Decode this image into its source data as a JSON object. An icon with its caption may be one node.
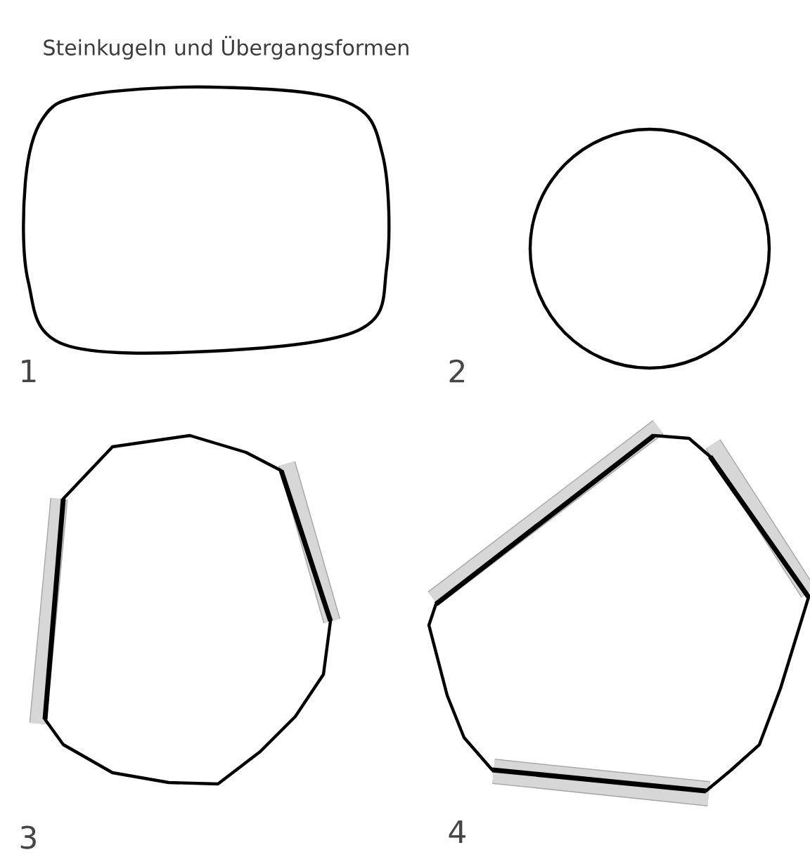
{
  "diagram": {
    "title": "Steinkugeln und Übergangsformen",
    "labels": [
      "1",
      "2",
      "3",
      "4"
    ]
  }
}
